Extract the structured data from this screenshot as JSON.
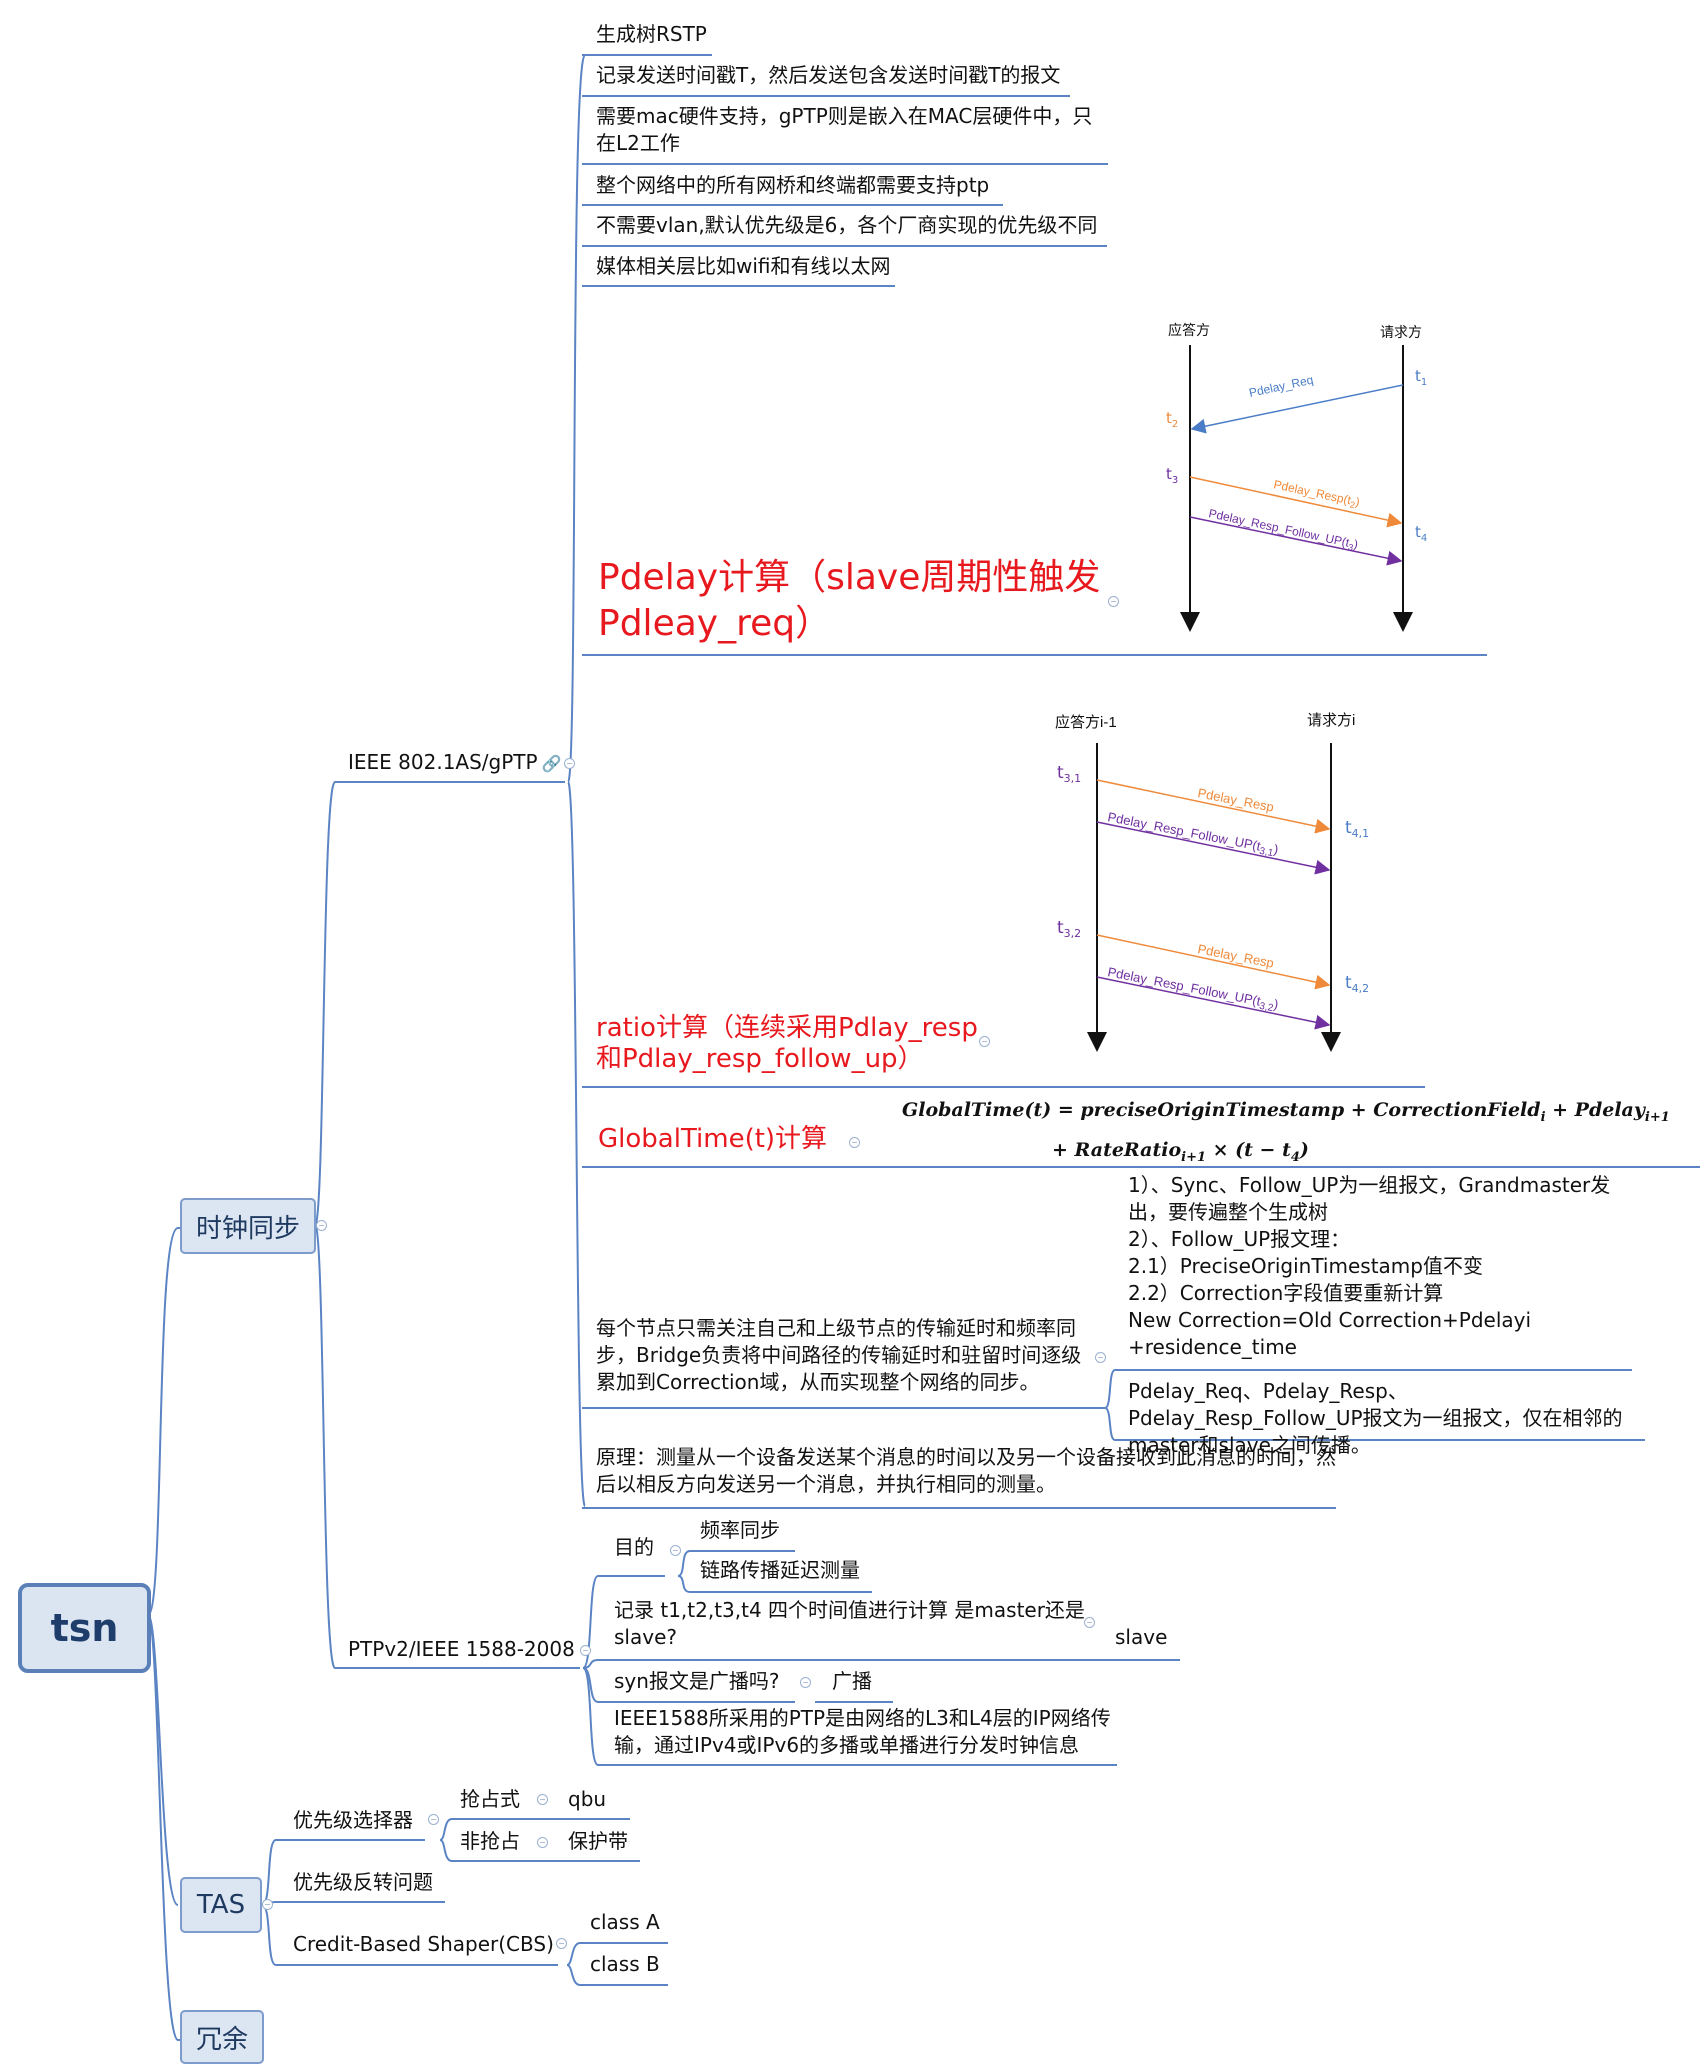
{
  "root": "tsn",
  "level1": {
    "clock": "时钟同步",
    "tas": "TAS",
    "redundancy": "冗余"
  },
  "gptp": {
    "label": "IEEE 802.1AS/gPTP",
    "items": [
      "生成树RSTP",
      "记录发送时间戳T，然后发送包含发送时间戳T的报文",
      "需要mac硬件支持，gPTP则是嵌入在MAC层硬件中，只在L2工作",
      "整个网络中的所有网桥和终端都需要支持ptp",
      "不需要vlan,默认优先级是6，各个厂商实现的优先级不同",
      "媒体相关层比如wifi和有线以太网"
    ],
    "pdelay_title": "Pdelay计算（slave周期性触发Pdleay_req）",
    "ratio_title": "ratio计算（连续采用Pdlay_resp和Pdlay_resp_follow_up）",
    "globaltime_title": "GlobalTime(t)计算",
    "each_node": "每个节点只需关注自己和上级节点的传输延时和频率同步，Bridge负责将中间路径的传输延时和驻留时间逐级累加到Correction域，从而实现整个网络的同步。",
    "sync_lines": [
      "1）、Sync、Follow_UP为一组报文，Grandmaster发",
      "出，要传遍整个生成树",
      "2）、Follow_UP报文理：",
      "2.1）PreciseOriginTimestamp值不变",
      "2.2）Correction字段值要重新计算",
      "New Correction=Old Correction+Pdelayi",
      "+residence_time"
    ],
    "pdelay_group": "Pdelay_Req、Pdelay_Resp、Pdelay_Resp_Follow_UP报文为一组报文，仅在相邻的master和slave之间传播。",
    "principle": "原理：测量从一个设备发送某个消息的时间以及另一个设备接收到此消息的时间，然后以相反方向发送另一个消息，并执行相同的测量。"
  },
  "formula": {
    "line1": "GlobalTime(t) = preciseOriginTimestamp + CorrectionField",
    "sub1": "i",
    "plus": " + Pdelay",
    "sub2": "i+1",
    "line2a": "+ RateRatio",
    "sub3": "i+1",
    "line2b": " × (t − t",
    "sub4": "4",
    "line2c": ")"
  },
  "seq1": {
    "responder": "应答方",
    "requester": "请求方",
    "t1": "t",
    "t1s": "1",
    "t2": "t",
    "t2s": "2",
    "t3": "t",
    "t3s": "3",
    "t4": "t",
    "t4s": "4",
    "m1": "Pdelay_Req",
    "m2": "Pdelay_Resp(t",
    "m2s": "2",
    "m2e": ")",
    "m3": "Pdelay_Resp_Follow_UP(t",
    "m3s": "3",
    "m3e": ")",
    "colors": {
      "req": "#4a7cc7",
      "resp": "#ef8a3a",
      "follow": "#7030a0",
      "time_orange": "#ef8a3a",
      "time_purple": "#7030a0",
      "time_blue": "#4a7cc7"
    }
  },
  "seq2": {
    "responder": "应答方i-1",
    "requester": "请求方i",
    "t31": "t",
    "t31s": "3,1",
    "t41": "t",
    "t41s": "4,1",
    "t32": "t",
    "t32s": "3,2",
    "t42": "t",
    "t42s": "4,2",
    "resp": "Pdelay_Resp",
    "follow1": "Pdelay_Resp_Follow_UP(t",
    "follow1s": "3,1",
    "follow2s": "3,2",
    "close": ")"
  },
  "ptp": {
    "label": "PTPv2/IEEE 1588-2008",
    "purpose": "目的",
    "purpose_items": [
      "频率同步",
      "链路传播延迟测量"
    ],
    "record": "记录 t1,t2,t3,t4 四个时间值进行计算 是master还是slave?",
    "record_answer": "slave",
    "syn": "syn报文是广播吗?",
    "syn_answer": "广播",
    "ieee1588": "IEEE1588所采用的PTP是由网络的L3和L4层的IP网络传输，通过IPv4或IPv6的多播或单播进行分发时钟信息"
  },
  "tas": {
    "selector": "优先级选择器",
    "preempt": "抢占式",
    "preempt_val": "qbu",
    "nonpreempt": "非抢占",
    "nonpreempt_val": "保护带",
    "inversion": "优先级反转问题",
    "cbs": "Credit-Based Shaper(CBS)",
    "cbs_items": [
      "class A",
      "class B"
    ]
  },
  "colors": {
    "line": "#5b84c4",
    "accent_red": "#e8191e",
    "box_fill": "#dce6f3",
    "box_border": "#7d9ccb"
  }
}
